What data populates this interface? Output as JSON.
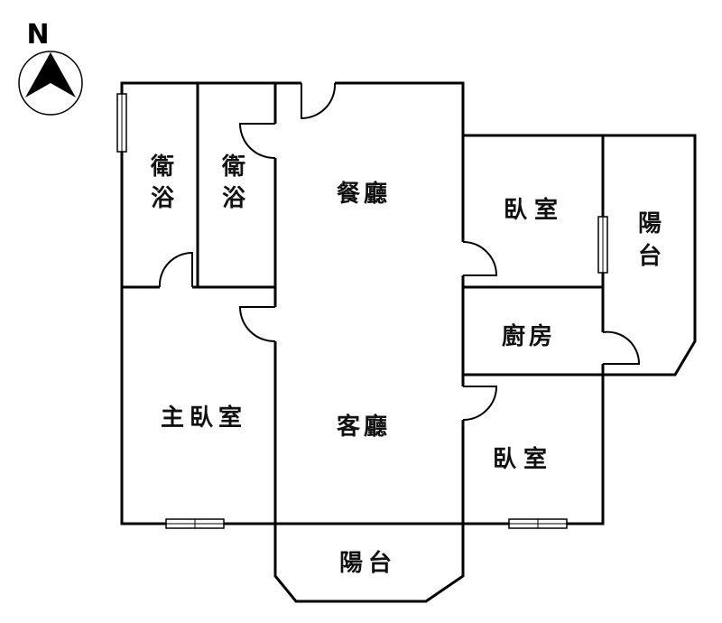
{
  "compass": {
    "north_label": "N"
  },
  "rooms": {
    "bath_1": {
      "line1": "衛",
      "line2": "浴"
    },
    "bath_2": {
      "line1": "衛",
      "line2": "浴"
    },
    "dining": "餐廳",
    "bedroom_ne": "臥室",
    "balcony_east": {
      "line1": "陽",
      "line2": "台"
    },
    "kitchen": "廚房",
    "master_bedroom": "主臥室",
    "living": "客廳",
    "bedroom_se": "臥室",
    "balcony_south": "陽台"
  }
}
